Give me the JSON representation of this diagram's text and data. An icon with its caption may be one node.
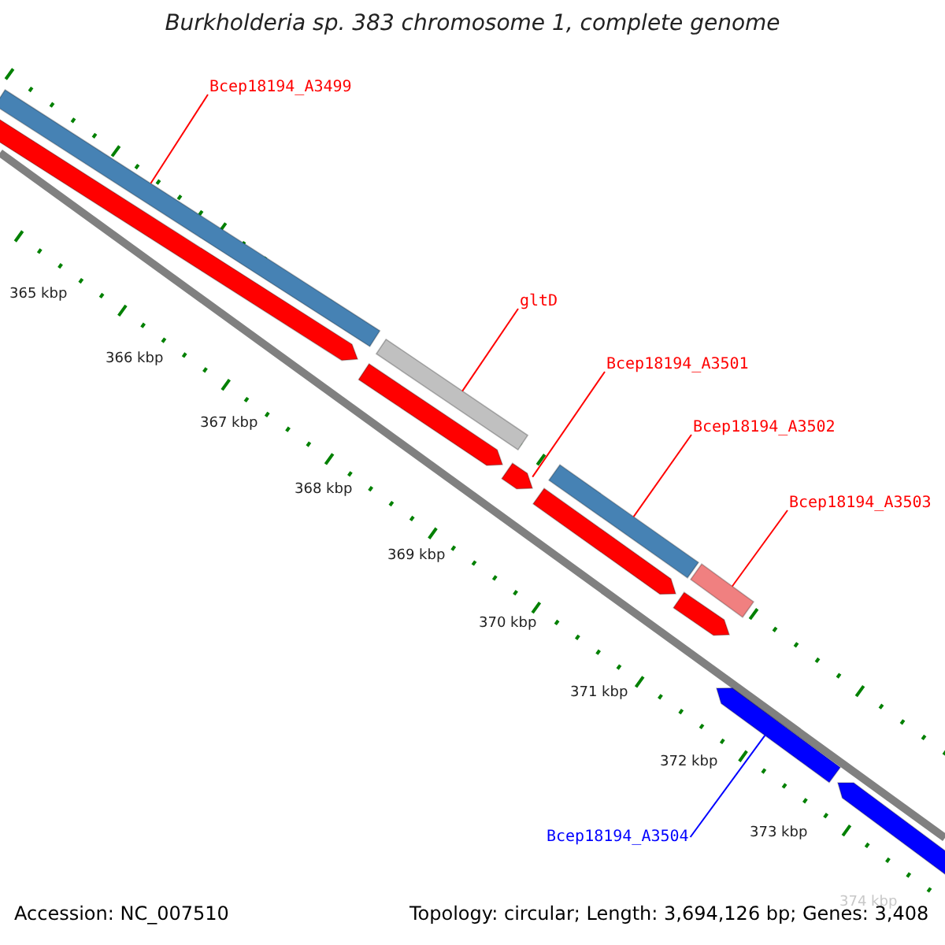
{
  "diagram": {
    "title": "Burkholderia sp. 383 chromosome 1, complete genome",
    "nodes": [
      {
        "text": [
          "Bcep18194_A3499"
        ]
      },
      {
        "text": [
          "gltD"
        ]
      },
      {
        "text": [
          "Bcep18194_A3501"
        ]
      },
      {
        "text": [
          "Bcep18194_A3502"
        ]
      },
      {
        "text": [
          "Bcep18194_A3503"
        ]
      },
      {
        "text": [
          "Bcep18194_A3504"
        ]
      },
      {
        "text": [],
        "shape": "bar"
      },
      {
        "text": [],
        "shape": "arrow"
      },
      {
        "text": [],
        "shape": "bar"
      },
      {
        "text": [],
        "shape": "arrow"
      },
      {
        "text": [],
        "shape": "arrow"
      },
      {
        "text": [],
        "shape": "arrow"
      },
      {
        "text": [],
        "shape": "bar"
      },
      {
        "text": [],
        "shape": "bar"
      },
      {
        "text": [],
        "shape": "arrow"
      },
      {
        "text": [],
        "shape": "arrow"
      },
      {
        "text": [],
        "shape": "arrow"
      }
    ],
    "edges": [
      {
        "from": 0,
        "to": 6,
        "arrow": "none"
      },
      {
        "from": 1,
        "to": 8,
        "arrow": "none"
      },
      {
        "from": 2,
        "to": 10,
        "arrow": "none"
      },
      {
        "from": 3,
        "to": 12,
        "arrow": "none"
      },
      {
        "from": 4,
        "to": 13,
        "arrow": "none"
      },
      {
        "from": 5,
        "to": 15,
        "arrow": "none",
        "color": "#0000ff"
      }
    ],
    "labels": [
      "365 kbp",
      "366 kbp",
      "367 kbp",
      "368 kbp",
      "369 kbp",
      "370 kbp",
      "371 kbp",
      "372 kbp",
      "373 kbp",
      "374 kbp",
      "Accession: NC_007510",
      "Topology: circular; Length: 3,694,126 bp; Genes: 3,408"
    ]
  }
}
